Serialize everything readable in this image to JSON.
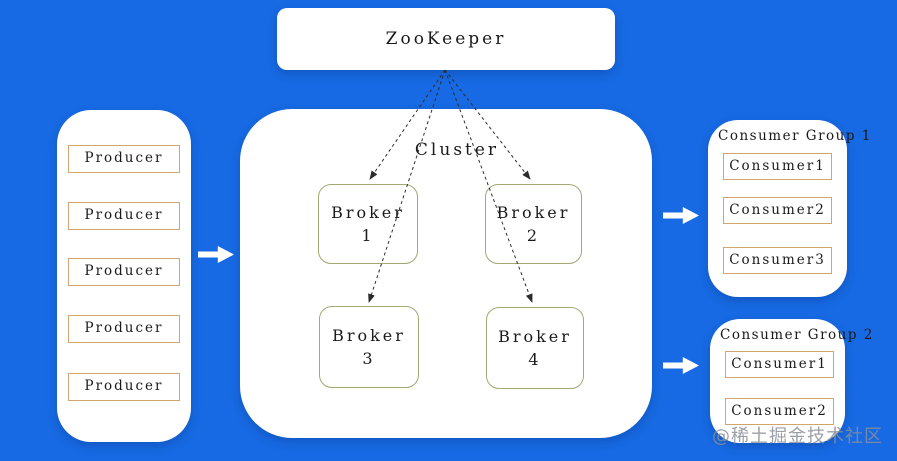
{
  "zookeeper": {
    "label": "ZooKeeper"
  },
  "producers": {
    "items": [
      {
        "label": "Producer"
      },
      {
        "label": "Producer"
      },
      {
        "label": "Producer"
      },
      {
        "label": "Producer"
      },
      {
        "label": "Producer"
      }
    ]
  },
  "cluster": {
    "label": "Cluster",
    "brokers": [
      {
        "name": "Broker",
        "num": "1"
      },
      {
        "name": "Broker",
        "num": "2"
      },
      {
        "name": "Broker",
        "num": "3"
      },
      {
        "name": "Broker",
        "num": "4"
      }
    ]
  },
  "consumer_groups": [
    {
      "title": "Consumer Group 1",
      "consumers": [
        {
          "label": "Consumer1"
        },
        {
          "label": "Consumer2"
        },
        {
          "label": "Consumer3"
        }
      ]
    },
    {
      "title": "Consumer Group 2",
      "consumers": [
        {
          "label": "Consumer1"
        },
        {
          "label": "Consumer2"
        }
      ]
    }
  ],
  "watermark": "@稀土掘金技术社区",
  "colors": {
    "background": "#176ae3",
    "panel": "#ffffff",
    "producer_border": "#d2a56e",
    "broker_border": "#a3a871",
    "consumer_border": "#d2a56e",
    "connector": "#2b2b2b",
    "text": "#1a1a1a",
    "watermark": "#8a8f96"
  }
}
